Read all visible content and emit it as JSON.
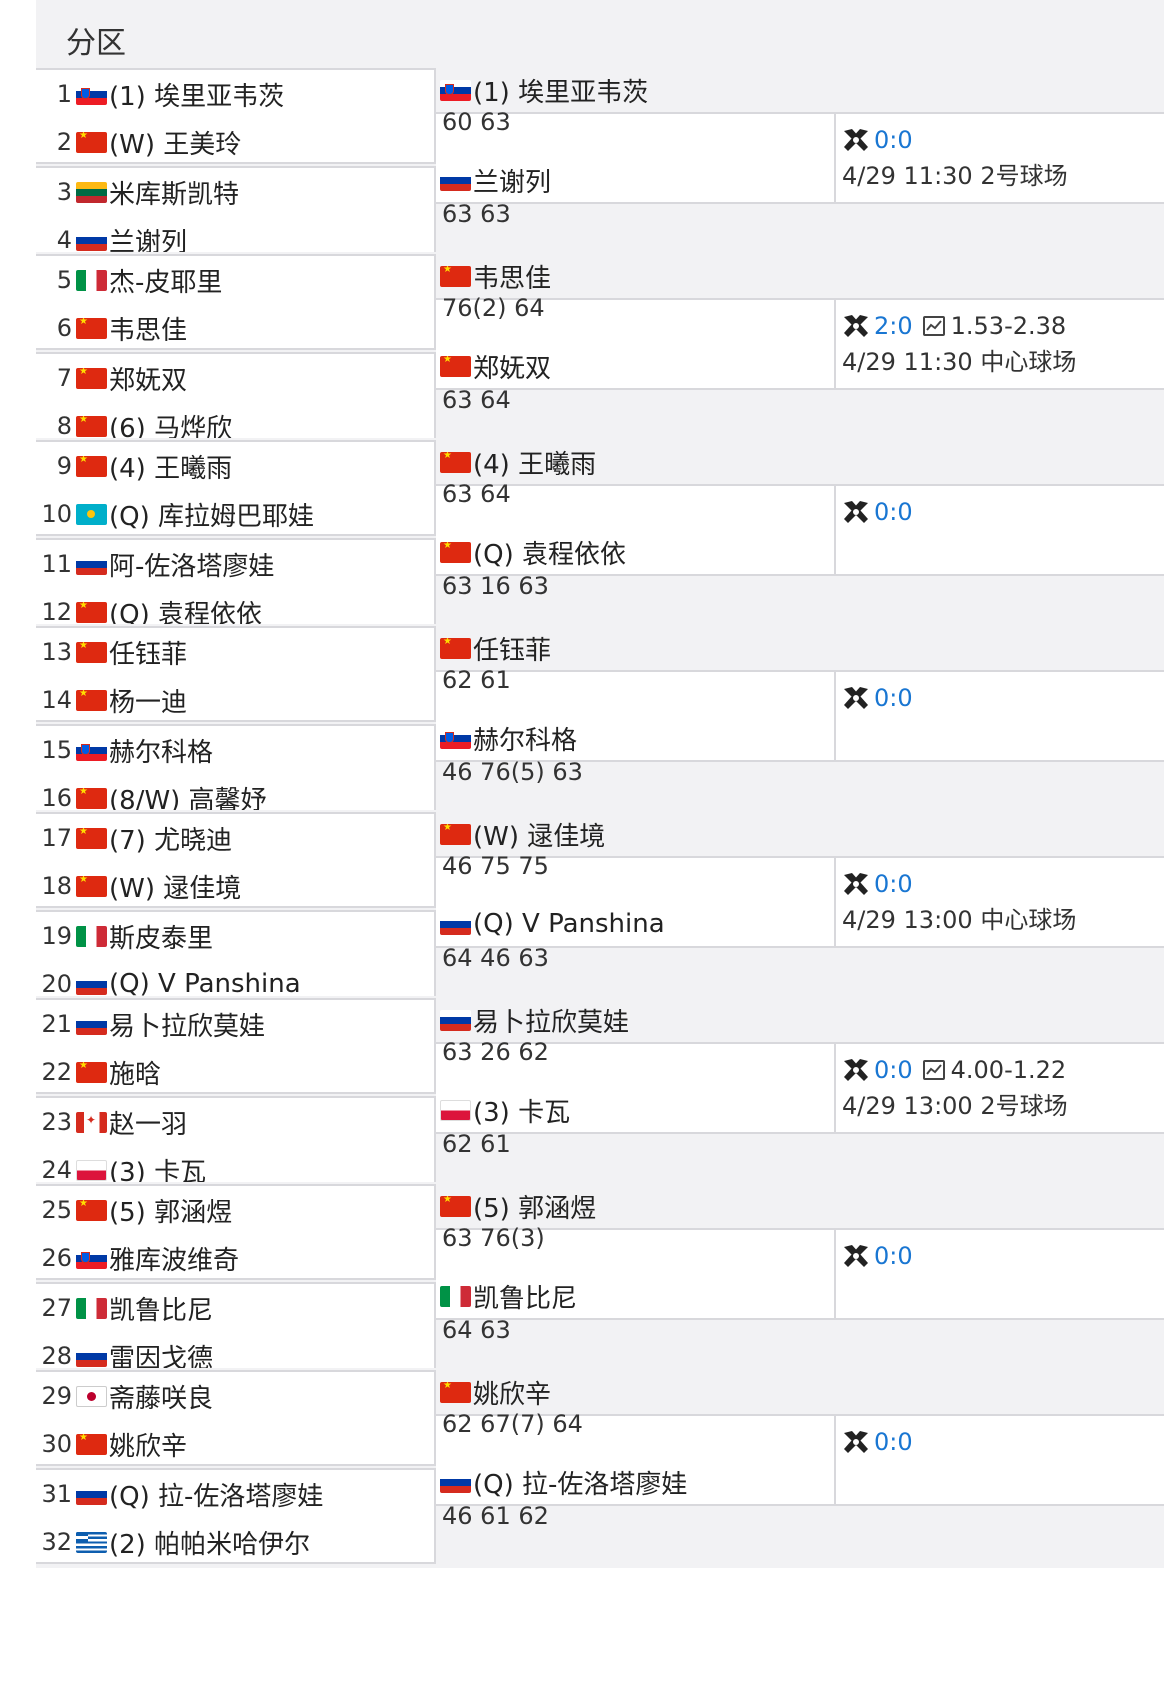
{
  "header": {
    "title": "分区"
  },
  "blocks": [
    {
      "players": [
        {
          "seed": "1",
          "flag": "si",
          "name": "(1) 埃里亚韦茨"
        },
        {
          "seed": "2",
          "flag": "cn",
          "name": "(W) 王美玲"
        },
        {
          "seed": "3",
          "flag": "lt",
          "name": "米库斯凯特"
        },
        {
          "seed": "4",
          "flag": "ru",
          "name": "兰谢列"
        }
      ],
      "r2": [
        {
          "flag": "si",
          "name": "(1) 埃里亚韦茨",
          "score": "60 63"
        },
        {
          "flag": "ru",
          "name": "兰谢列",
          "score": "63 63"
        }
      ],
      "match": {
        "h2h": "0:0",
        "odds": "",
        "time": "4/29 11:30 2号球场"
      }
    },
    {
      "players": [
        {
          "seed": "5",
          "flag": "it",
          "name": "杰-皮耶里"
        },
        {
          "seed": "6",
          "flag": "cn",
          "name": "韦思佳"
        },
        {
          "seed": "7",
          "flag": "cn",
          "name": "郑妩双"
        },
        {
          "seed": "8",
          "flag": "cn",
          "name": "(6) 马烨欣"
        }
      ],
      "r2": [
        {
          "flag": "cn",
          "name": "韦思佳",
          "score": "76(2) 64"
        },
        {
          "flag": "cn",
          "name": "郑妩双",
          "score": "63 64"
        }
      ],
      "match": {
        "h2h": "2:0",
        "odds": "1.53-2.38",
        "time": "4/29 11:30 中心球场"
      }
    },
    {
      "players": [
        {
          "seed": "9",
          "flag": "cn",
          "name": "(4) 王曦雨"
        },
        {
          "seed": "10",
          "flag": "kz",
          "name": "(Q) 库拉姆巴耶娃"
        },
        {
          "seed": "11",
          "flag": "ru",
          "name": "阿-佐洛塔廖娃"
        },
        {
          "seed": "12",
          "flag": "cn",
          "name": "(Q) 袁程依依"
        }
      ],
      "r2": [
        {
          "flag": "cn",
          "name": "(4) 王曦雨",
          "score": "63 64"
        },
        {
          "flag": "cn",
          "name": "(Q) 袁程依依",
          "score": "63 16 63"
        }
      ],
      "match": {
        "h2h": "0:0",
        "odds": "",
        "time": ""
      }
    },
    {
      "players": [
        {
          "seed": "13",
          "flag": "cn",
          "name": "任钰菲"
        },
        {
          "seed": "14",
          "flag": "cn",
          "name": "杨一迪"
        },
        {
          "seed": "15",
          "flag": "si",
          "name": "赫尔科格"
        },
        {
          "seed": "16",
          "flag": "cn",
          "name": "(8/W) 高馨妤"
        }
      ],
      "r2": [
        {
          "flag": "cn",
          "name": "任钰菲",
          "score": "62 61"
        },
        {
          "flag": "si",
          "name": "赫尔科格",
          "score": "46 76(5) 63"
        }
      ],
      "match": {
        "h2h": "0:0",
        "odds": "",
        "time": ""
      }
    },
    {
      "players": [
        {
          "seed": "17",
          "flag": "cn",
          "name": "(7) 尤晓迪"
        },
        {
          "seed": "18",
          "flag": "cn",
          "name": "(W) 逯佳境"
        },
        {
          "seed": "19",
          "flag": "it",
          "name": "斯皮泰里"
        },
        {
          "seed": "20",
          "flag": "ru",
          "name": "(Q) V Panshina"
        }
      ],
      "r2": [
        {
          "flag": "cn",
          "name": "(W) 逯佳境",
          "score": "46 75 75"
        },
        {
          "flag": "ru",
          "name": "(Q) V Panshina",
          "score": "64 46 63"
        }
      ],
      "match": {
        "h2h": "0:0",
        "odds": "",
        "time": "4/29 13:00 中心球场"
      }
    },
    {
      "players": [
        {
          "seed": "21",
          "flag": "ru",
          "name": "易卜拉欣莫娃"
        },
        {
          "seed": "22",
          "flag": "cn",
          "name": "施晗"
        },
        {
          "seed": "23",
          "flag": "ca",
          "name": "赵一羽"
        },
        {
          "seed": "24",
          "flag": "pl",
          "name": "(3) 卡瓦"
        }
      ],
      "r2": [
        {
          "flag": "ru",
          "name": "易卜拉欣莫娃",
          "score": "63 26 62"
        },
        {
          "flag": "pl",
          "name": "(3) 卡瓦",
          "score": "62 61"
        }
      ],
      "match": {
        "h2h": "0:0",
        "odds": "4.00-1.22",
        "time": "4/29 13:00 2号球场"
      }
    },
    {
      "players": [
        {
          "seed": "25",
          "flag": "cn",
          "name": "(5) 郭涵煜"
        },
        {
          "seed": "26",
          "flag": "si",
          "name": "雅库波维奇"
        },
        {
          "seed": "27",
          "flag": "it",
          "name": "凯鲁比尼"
        },
        {
          "seed": "28",
          "flag": "ru",
          "name": "雷因戈德"
        }
      ],
      "r2": [
        {
          "flag": "cn",
          "name": "(5) 郭涵煜",
          "score": "63 76(3)"
        },
        {
          "flag": "it",
          "name": "凯鲁比尼",
          "score": "64 63"
        }
      ],
      "match": {
        "h2h": "0:0",
        "odds": "",
        "time": ""
      }
    },
    {
      "players": [
        {
          "seed": "29",
          "flag": "jp",
          "name": "斋藤咲良"
        },
        {
          "seed": "30",
          "flag": "cn",
          "name": "姚欣辛"
        },
        {
          "seed": "31",
          "flag": "ru",
          "name": "(Q) 拉-佐洛塔廖娃"
        },
        {
          "seed": "32",
          "flag": "gr",
          "name": "(2) 帕帕米哈伊尔"
        }
      ],
      "r2": [
        {
          "flag": "cn",
          "name": "姚欣辛",
          "score": "62 67(7) 64"
        },
        {
          "flag": "ru",
          "name": "(Q) 拉-佐洛塔廖娃",
          "score": "46 61 62"
        }
      ],
      "match": {
        "h2h": "0:0",
        "odds": "",
        "time": ""
      }
    }
  ]
}
